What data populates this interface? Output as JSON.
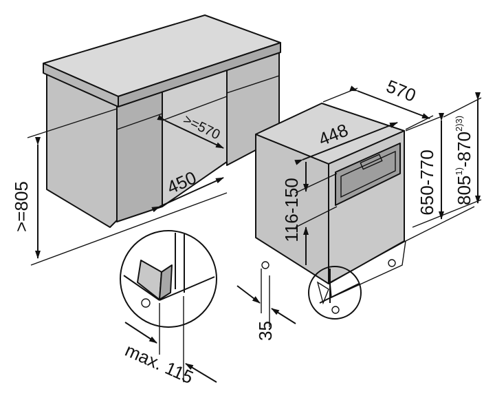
{
  "labels": {
    "cabinet_height": ">=805",
    "knee_width": ">=570",
    "knee_depth": "450",
    "appliance_width": "448",
    "appliance_depth": "570",
    "panel_height": "116-150",
    "niche_height": "650-770",
    "total_height_a": "805",
    "total_height_a_note": "1)",
    "total_height_b": "-870",
    "total_height_b_note": "2)3)",
    "plinth_offset": "35",
    "max_overhang": "max. 115"
  },
  "colors": {
    "surface_light": "#d4d4d4",
    "surface_mid": "#bdbdbd",
    "surface_dark": "#a8a8a8",
    "line": "#111111"
  }
}
